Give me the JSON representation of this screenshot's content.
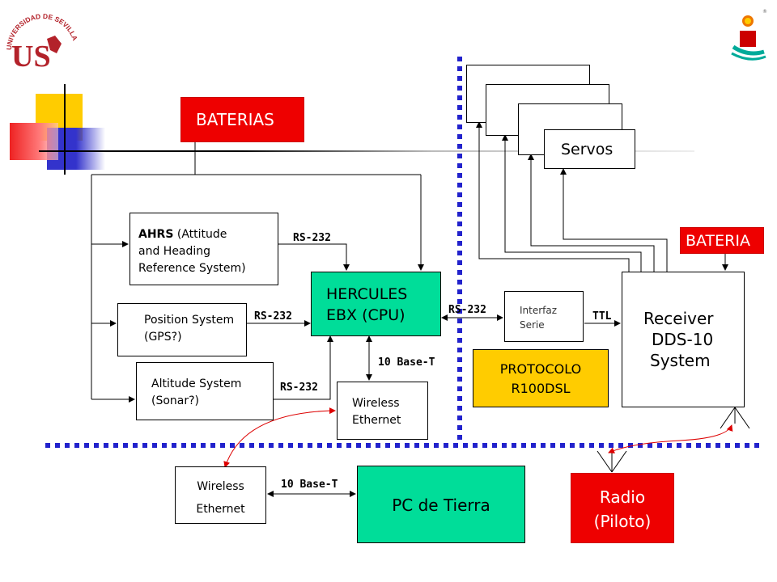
{
  "logo": {
    "university_name": "UNIVERSIDAD DE SEVILLA",
    "monogram": "US"
  },
  "colors": {
    "red": "#ee0000",
    "green": "#00dd99",
    "yellow": "#ffcc00",
    "dots": "#2222cc",
    "link": "#dd0000"
  },
  "blocks": {
    "baterias": "BATERIAS",
    "bateria": "BATERIA",
    "ahrs_bold": "AHRS",
    "ahrs_line1_rest": " (Attitude",
    "ahrs_line2": "and Heading",
    "ahrs_line3": "Reference System)",
    "gps_line1": "Position System",
    "gps_line2": "(GPS?)",
    "sonar_line1": "Altitude System",
    "sonar_line2": "(Sonar?)",
    "hercules_line1": "HERCULES",
    "hercules_line2": "EBX (CPU)",
    "wireless_line1": "Wireless",
    "wireless_line2": "Ethernet",
    "interfaz_line1": "Interfaz",
    "interfaz_line2": "Serie",
    "protocolo_line1": "PROTOCOLO",
    "protocolo_line2": "R100DSL",
    "receiver_line1": "Receiver",
    "receiver_line2": "DDS-10",
    "receiver_line3": "System",
    "servos": "Servos",
    "ground_wireless_line1": "Wireless",
    "ground_wireless_line2": "Ethernet",
    "pc": "PC de Tierra",
    "radio_line1": "Radio",
    "radio_line2": "(Piloto)"
  },
  "links": {
    "rs232_ahrs": "RS-232",
    "rs232_gps": "RS-232",
    "rs232_sonar": "RS-232",
    "rs232_interfaz": "RS-232",
    "ttl": "TTL",
    "base_t_cpu": "10 Base-T",
    "base_t_ground": "10 Base-T"
  }
}
